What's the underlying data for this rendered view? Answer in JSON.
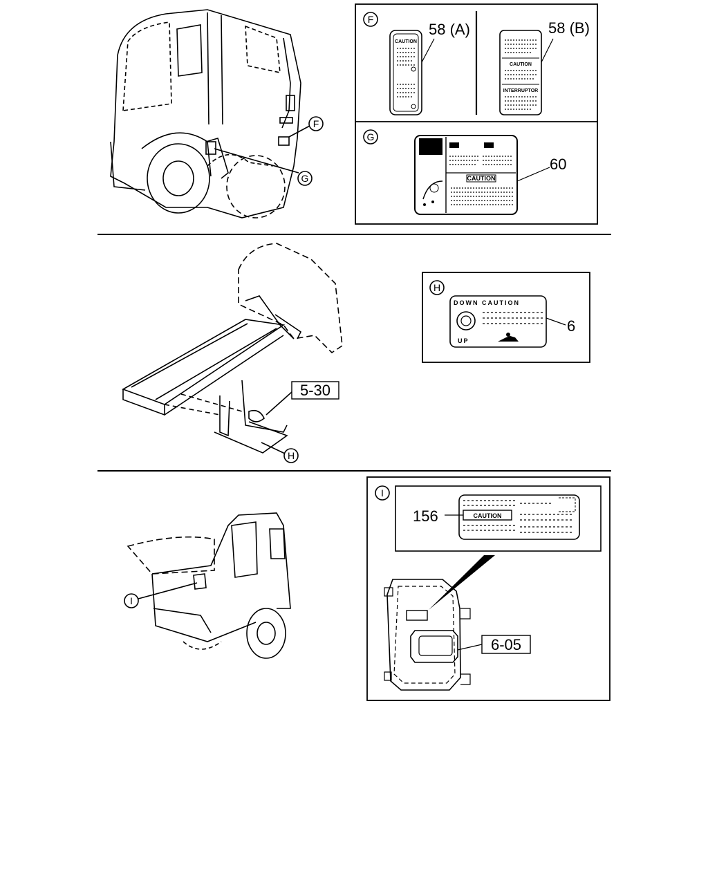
{
  "callouts": {
    "f": "F",
    "g": "G",
    "h": "H",
    "i": "I"
  },
  "part_numbers": {
    "p58a": "58 (A)",
    "p58b": "58 (B)",
    "p60": "60",
    "p6": "6",
    "p530": "5-30",
    "p156": "156",
    "p605": "6-05"
  },
  "label_text": {
    "caution_h": "DOWN  CAUTION",
    "up": "UP",
    "caution_g": "CAUTION",
    "caution_58b": "CAUTION",
    "interruptor": "INTERRUPTOR",
    "caution_58a": "CAUTION",
    "caution_156": "CAUTION"
  },
  "colors": {
    "line": "#000000",
    "background": "#ffffff"
  }
}
